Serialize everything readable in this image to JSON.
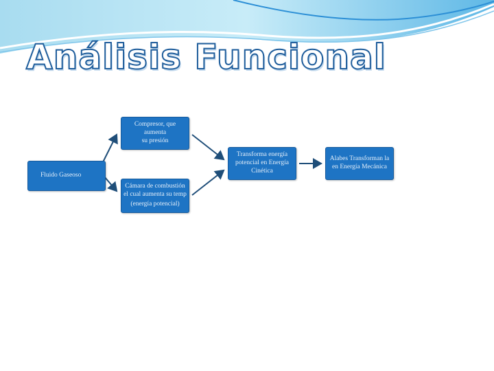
{
  "slide": {
    "title": "Análisis Funcional"
  },
  "diagram": {
    "fluid": "Fluido Gaseoso",
    "compressor": [
      "Compresor, que aumenta",
      "su presión"
    ],
    "chamber": [
      "Cámara de combustión",
      "el cual aumenta su temp",
      "(energía potencial)"
    ],
    "transform": [
      "Transforma energía",
      "potencial en Energía",
      "Cinética"
    ],
    "alabes": [
      "Alabes Transforman la",
      "en Energía Mecánica"
    ]
  },
  "colors": {
    "box_fill": "#1e74c4",
    "arrow": "#1f4e79",
    "wave_light": "#bfe6f5",
    "wave_accent": "#2c8fd6"
  }
}
